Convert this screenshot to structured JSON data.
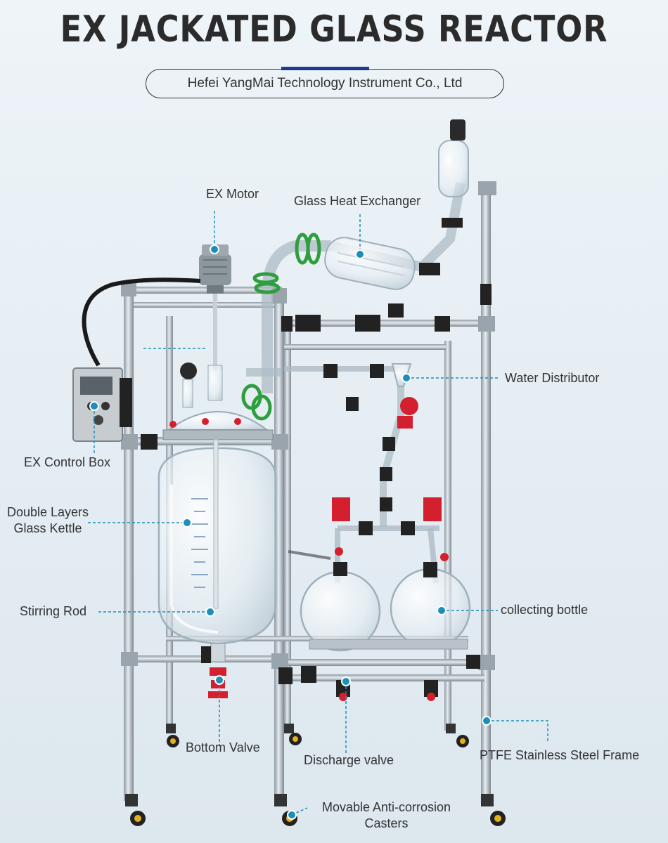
{
  "header": {
    "title": "EX JACKATED GLASS REACTOR",
    "company": "Hefei YangMai Technology Instrument  Co., Ltd"
  },
  "labels": {
    "ex_motor": "EX Motor",
    "glass_heat_exchanger": "Glass Heat Exchanger",
    "water_distributor": "Water Distributor",
    "ex_control_box": "EX Control Box",
    "double_layers_line1": "Double Layers",
    "double_layers_line2": "Glass Kettle",
    "stirring_rod": "Stirring Rod",
    "collecting_bottle": "collecting bottle",
    "bottom_valve": "Bottom Valve",
    "discharge_valve": "Discharge valve",
    "ptfe_frame": "PTFE Stainless Steel Frame",
    "casters_line1": "Movable Anti-corrosion",
    "casters_line2": "Casters"
  },
  "colors": {
    "callout_dot": "#1b8fb8",
    "title_accent": "#1f3c8c",
    "frame_steel": "#b9c2c9",
    "valve_red": "#d4202e",
    "clamp_green": "#2f9e3f"
  }
}
